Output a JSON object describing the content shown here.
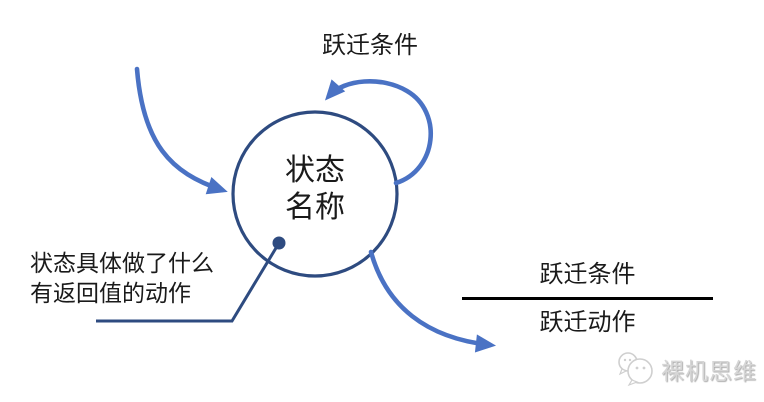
{
  "diagram": {
    "self_transition_label": "跃迁条件",
    "state_name_lines": [
      "状态",
      "名称"
    ],
    "state_note_lines": [
      "状态具体做了什么",
      "有返回值的动作"
    ],
    "transition_rule": {
      "condition": "跃迁条件",
      "action": "跃迁动作"
    }
  },
  "watermark": {
    "brand": "裸机思维"
  },
  "colors": {
    "arrow_blue": "#4a72c4",
    "node_navy": "#2e4b80",
    "text_black": "#1a1a1a",
    "divider_black": "#000000",
    "watermark_gray": "#cccccc"
  }
}
